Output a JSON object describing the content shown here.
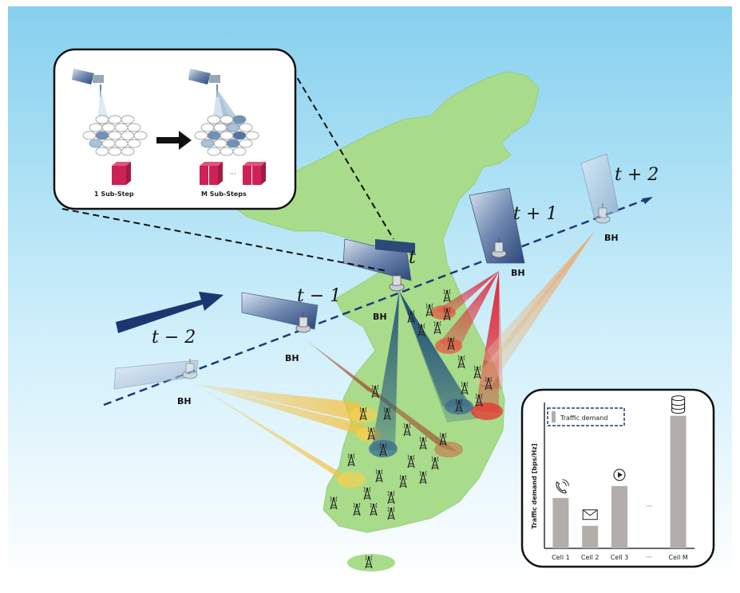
{
  "time_labels": {
    "t_minus_2": "t − 2",
    "t_minus_1": "t − 1",
    "t": "t",
    "t_plus_1": "t + 1",
    "t_plus_2": "t + 2"
  },
  "backhaul_label": "BH",
  "inset_substeps": {
    "one_substep": "1 Sub-Step",
    "m_substeps": "M Sub-Steps",
    "ellipsis": "···"
  },
  "inset_chart": {
    "legend": "Traffic demand",
    "ylabel": "Traffic demand [bps/Hz]",
    "ellipsis": "···"
  },
  "chart_data": {
    "type": "bar",
    "categories": [
      "Cell 1",
      "Cell 2",
      "Cell 3",
      "···",
      "Cell M"
    ],
    "values": [
      0.38,
      0.17,
      0.47,
      null,
      1.0
    ],
    "icons": [
      "phone-icon",
      "mail-icon",
      "play-icon",
      "",
      "database-icon"
    ],
    "ylabel": "Traffic demand [bps/Hz]",
    "legend": [
      "Traffic demand"
    ],
    "ylim": [
      0,
      1.1
    ]
  },
  "colors": {
    "sky_top": "#8fd4ef",
    "map_green": "#a8dc8a",
    "orbit_line": "#1f3a78",
    "beam_blue": "#1e4d7a",
    "beam_red": "#e02030",
    "beam_yellow": "#f5c040",
    "beam_brown": "#a0522d",
    "bar_gray": "#b3aeab",
    "block_pink": "#cc2255"
  }
}
